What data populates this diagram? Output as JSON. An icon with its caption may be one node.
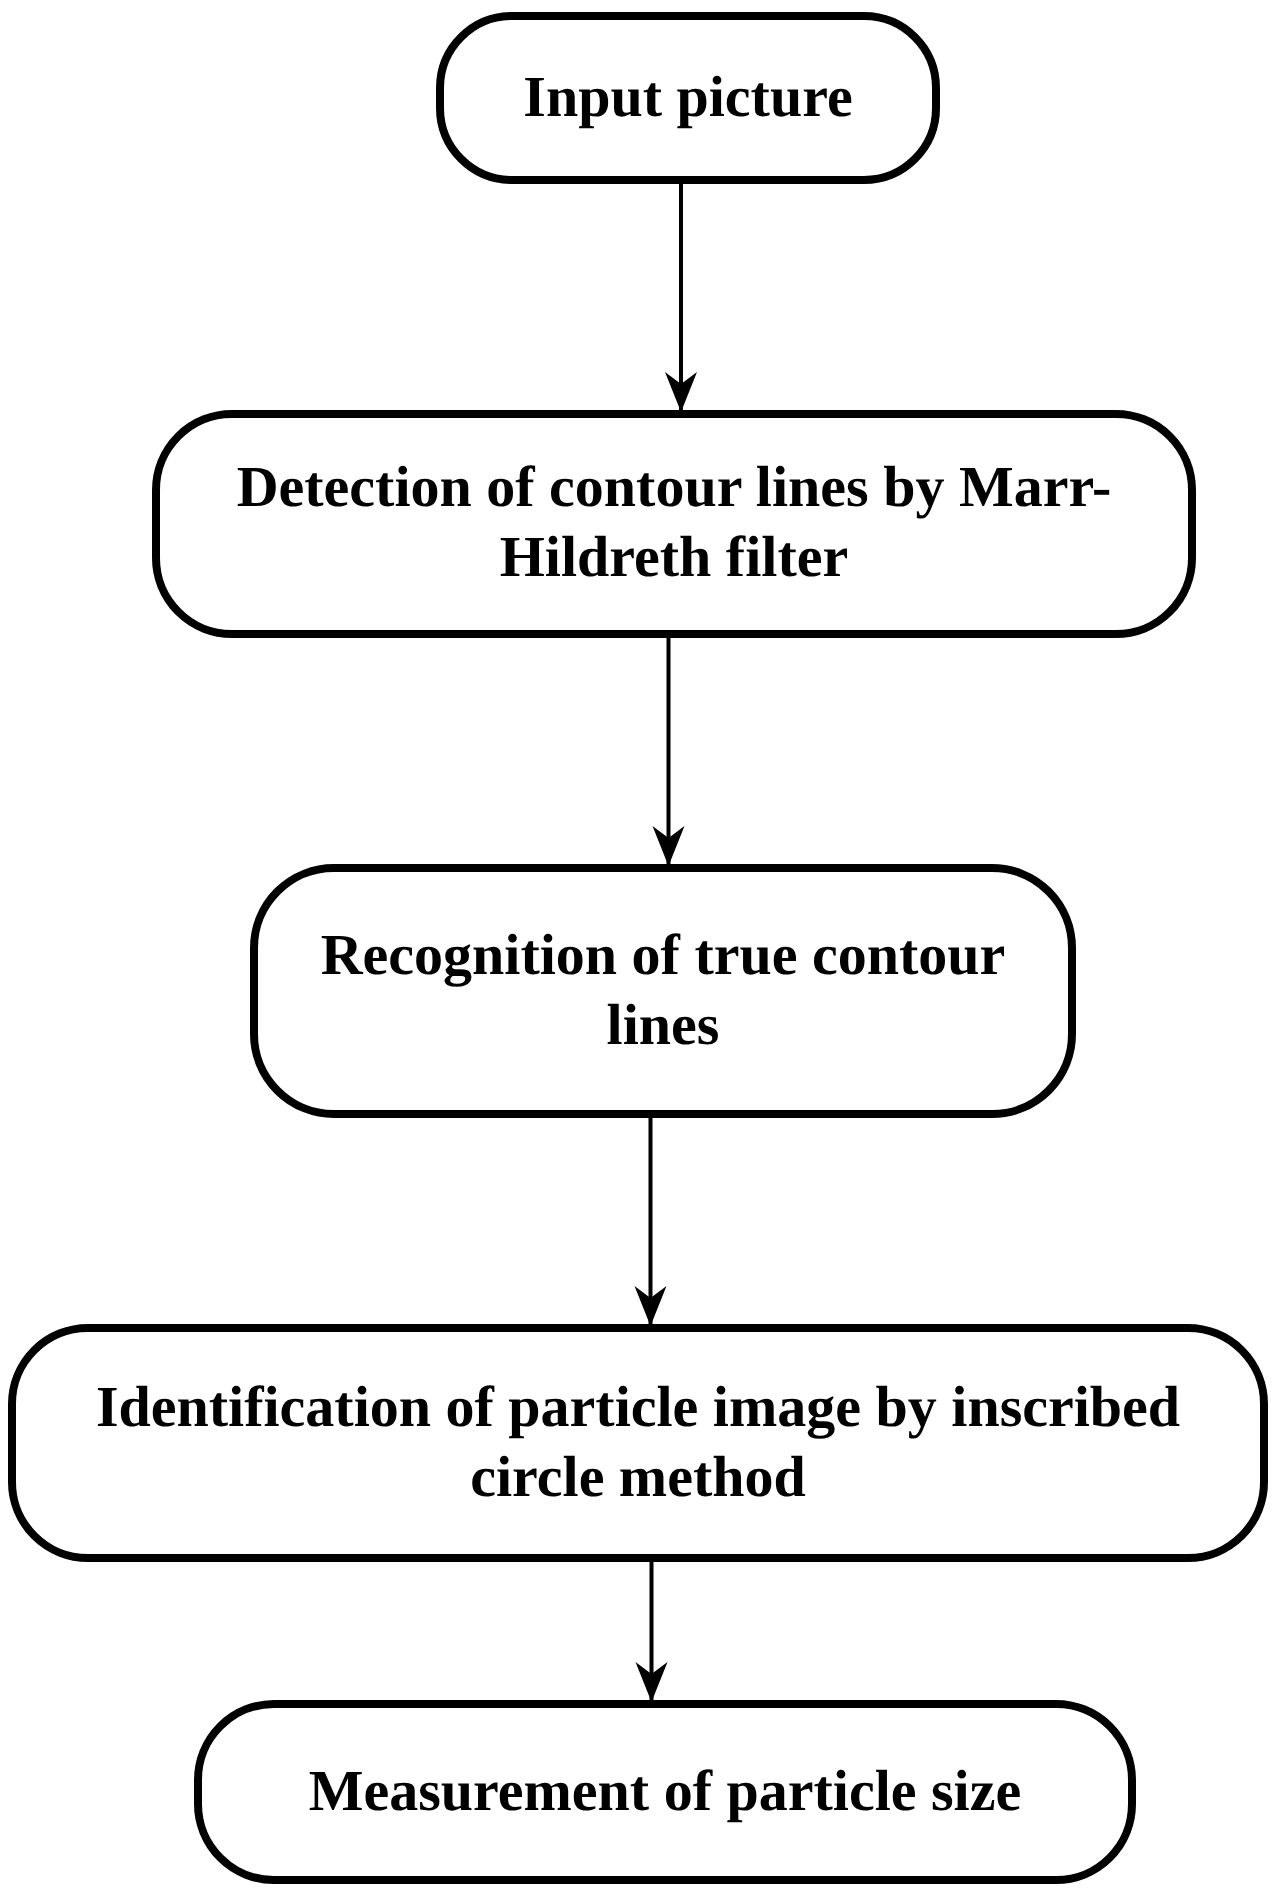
{
  "diagram": {
    "nodes": [
      {
        "text": [
          "Input picture"
        ]
      },
      {
        "text": [
          "Detection of contour lines by Marr-Hildreth filter"
        ]
      },
      {
        "text": [
          "Recognition of true contour lines"
        ]
      },
      {
        "text": [
          "Identification of particle image by inscribed circle method"
        ]
      },
      {
        "text": [
          "Measurement of particle size"
        ]
      }
    ],
    "edges": [
      {
        "from": 0,
        "to": 1,
        "arrow": "to"
      },
      {
        "from": 1,
        "to": 2,
        "arrow": "to"
      },
      {
        "from": 2,
        "to": 3,
        "arrow": "to"
      },
      {
        "from": 3,
        "to": 4,
        "arrow": "to"
      }
    ]
  }
}
